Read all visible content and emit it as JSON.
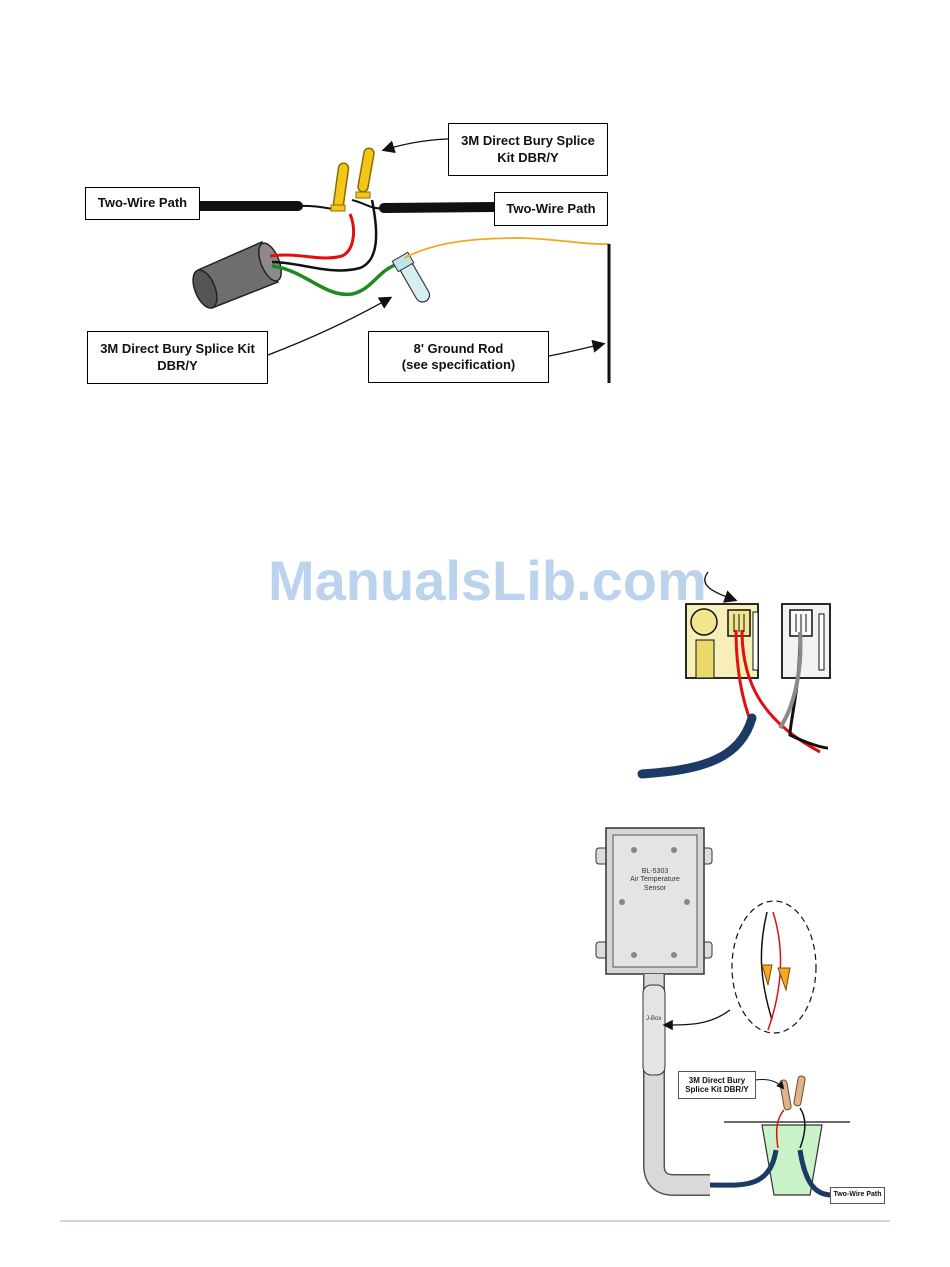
{
  "figure1": {
    "splice_kit_top": "3M Direct Bury Splice\nKit DBR/Y",
    "two_wire_left": "Two-Wire Path",
    "two_wire_right": "Two-Wire Path",
    "splice_kit_bottom": "3M Direct Bury Splice Kit\nDBR/Y",
    "ground_rod": "8' Ground Rod\n(see specification)"
  },
  "watermark": "ManualsLib.com",
  "figure3": {
    "sensor_text": "BL-5303\nAir Temperature\nSensor",
    "jbox_text": "J-Box",
    "splice_kit": "3M Direct Bury\nSplice Kit DBR/Y",
    "two_wire": "Two-Wire Path"
  },
  "colors": {
    "red_wire": "#e01010",
    "green_wire": "#1f8a22",
    "orange_wire": "#f5a623",
    "cable_navy": "#1c3a66",
    "connector_yellow": "#f5c518",
    "watermark": "#bcd3ee"
  }
}
